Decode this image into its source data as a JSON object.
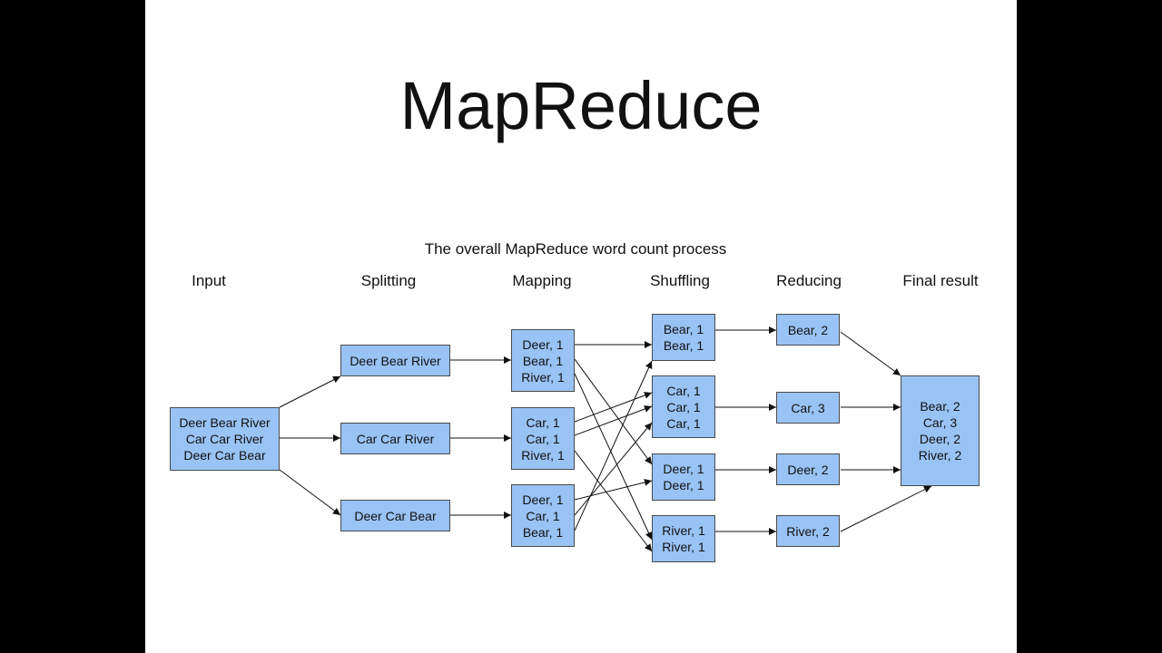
{
  "title": "MapReduce",
  "caption": "The overall MapReduce word count process",
  "stages": [
    "Input",
    "Splitting",
    "Mapping",
    "Shuffling",
    "Reducing",
    "Final result"
  ],
  "input": {
    "lines": [
      "Deer Bear River",
      "Car Car River",
      "Deer Car Bear"
    ]
  },
  "splitting": [
    {
      "lines": [
        "Deer Bear River"
      ]
    },
    {
      "lines": [
        "Car Car River"
      ]
    },
    {
      "lines": [
        "Deer Car Bear"
      ]
    }
  ],
  "mapping": [
    {
      "lines": [
        "Deer, 1",
        "Bear, 1",
        "River, 1"
      ]
    },
    {
      "lines": [
        "Car, 1",
        "Car, 1",
        "River, 1"
      ]
    },
    {
      "lines": [
        "Deer, 1",
        "Car, 1",
        "Bear, 1"
      ]
    }
  ],
  "shuffling": [
    {
      "lines": [
        "Bear, 1",
        "Bear, 1"
      ]
    },
    {
      "lines": [
        "Car, 1",
        "Car, 1",
        "Car, 1"
      ]
    },
    {
      "lines": [
        "Deer, 1",
        "Deer, 1"
      ]
    },
    {
      "lines": [
        "River, 1",
        "River, 1"
      ]
    }
  ],
  "reducing": [
    {
      "lines": [
        "Bear, 2"
      ]
    },
    {
      "lines": [
        "Car, 3"
      ]
    },
    {
      "lines": [
        "Deer, 2"
      ]
    },
    {
      "lines": [
        "River, 2"
      ]
    }
  ],
  "final": {
    "lines": [
      "Bear, 2",
      "Car, 3",
      "Deer, 2",
      "River, 2"
    ]
  },
  "colors": {
    "box_fill": "#99c3f5",
    "box_border": "#4a4a4a",
    "slide_bg": "#ffffff",
    "outer_bg": "#000000"
  }
}
